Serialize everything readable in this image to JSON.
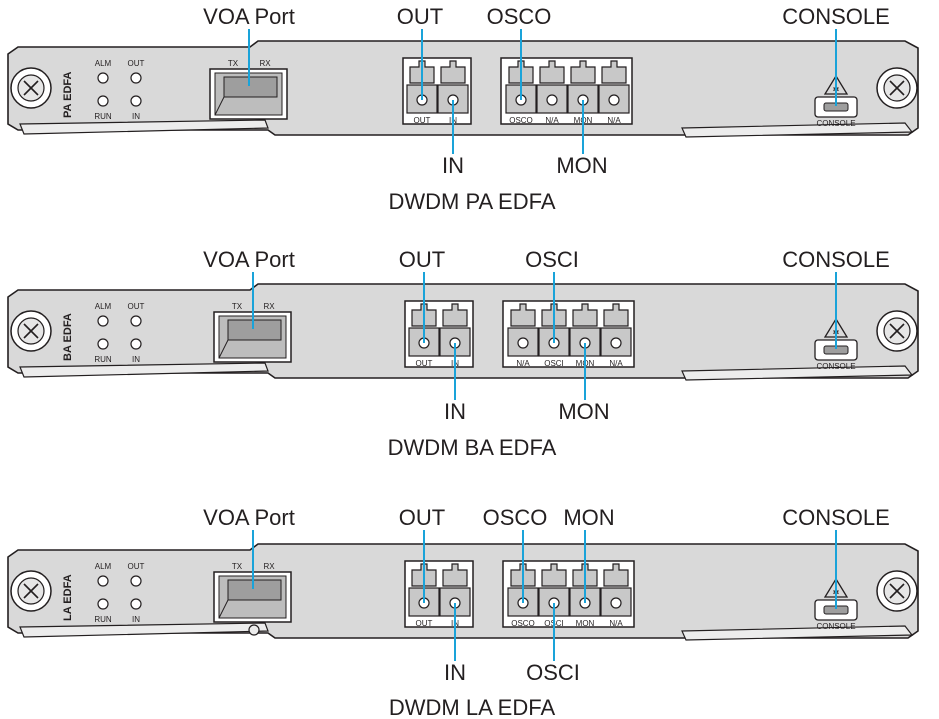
{
  "colors": {
    "callout_line": "#1aa3d9",
    "panel": "#d9d9d9",
    "stroke": "#231f20",
    "port": "#c8c8c8"
  },
  "boards": [
    {
      "model": "PA EDFA",
      "caption": "DWDM PA EDFA",
      "led_labels": {
        "alm": "ALM",
        "out": "OUT",
        "run": "RUN",
        "in": "IN"
      },
      "voa_labels": {
        "tx": "TX",
        "rx": "RX"
      },
      "lc_labels": [
        "OUT",
        "IN"
      ],
      "group_labels": [
        "OSCO",
        "N/A",
        "MON",
        "N/A"
      ],
      "console_label": "CONSOLE",
      "callouts": {
        "voa": "VOA Port",
        "out": "OUT",
        "in": "IN",
        "g1": "OSCO",
        "g3": "MON",
        "console": "CONSOLE"
      }
    },
    {
      "model": "BA EDFA",
      "caption": "DWDM BA EDFA",
      "led_labels": {
        "alm": "ALM",
        "out": "OUT",
        "run": "RUN",
        "in": "IN"
      },
      "voa_labels": {
        "tx": "TX",
        "rx": "RX"
      },
      "lc_labels": [
        "OUT",
        "IN"
      ],
      "group_labels": [
        "N/A",
        "OSCI",
        "MON",
        "N/A"
      ],
      "console_label": "CONSOLE",
      "callouts": {
        "voa": "VOA Port",
        "out": "OUT",
        "in": "IN",
        "g2": "OSCI",
        "g3": "MON",
        "console": "CONSOLE"
      }
    },
    {
      "model": "LA EDFA",
      "caption": "DWDM LA EDFA",
      "led_labels": {
        "alm": "ALM",
        "out": "OUT",
        "run": "RUN",
        "in": "IN"
      },
      "voa_labels": {
        "tx": "TX",
        "rx": "RX"
      },
      "lc_labels": [
        "OUT",
        "IN"
      ],
      "group_labels": [
        "OSCO",
        "OSCI",
        "MON",
        "N/A"
      ],
      "console_label": "CONSOLE",
      "callouts": {
        "voa": "VOA Port",
        "out": "OUT",
        "in": "IN",
        "g1": "OSCO",
        "g2": "OSCI",
        "g3": "MON",
        "console": "CONSOLE"
      }
    }
  ]
}
